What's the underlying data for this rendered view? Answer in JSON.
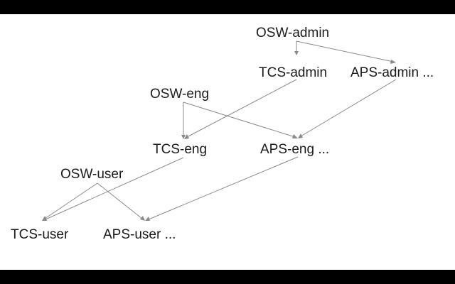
{
  "nodes": {
    "osw_admin": "OSW-admin",
    "tcs_admin": "TCS-admin",
    "aps_admin": "APS-admin ...",
    "osw_eng": "OSW-eng",
    "tcs_eng": "TCS-eng",
    "aps_eng": "APS-eng ...",
    "osw_user": "OSW-user",
    "tcs_user": "TCS-user",
    "aps_user": "APS-user ..."
  },
  "edges": [
    {
      "from": "OSW-admin",
      "to": "TCS-admin"
    },
    {
      "from": "OSW-admin",
      "to": "APS-admin ..."
    },
    {
      "from": "OSW-eng",
      "to": "TCS-eng"
    },
    {
      "from": "OSW-eng",
      "to": "APS-eng ..."
    },
    {
      "from": "TCS-admin",
      "to": "TCS-eng"
    },
    {
      "from": "APS-admin ...",
      "to": "APS-eng ..."
    },
    {
      "from": "OSW-user",
      "to": "TCS-user"
    },
    {
      "from": "OSW-user",
      "to": "APS-user ..."
    },
    {
      "from": "TCS-eng",
      "to": "TCS-user"
    },
    {
      "from": "APS-eng ...",
      "to": "APS-user ..."
    }
  ],
  "colors": {
    "background": "#ffffff",
    "letterbox": "#000000",
    "text": "#1a1a1a",
    "edge": "#8a8a8a"
  }
}
